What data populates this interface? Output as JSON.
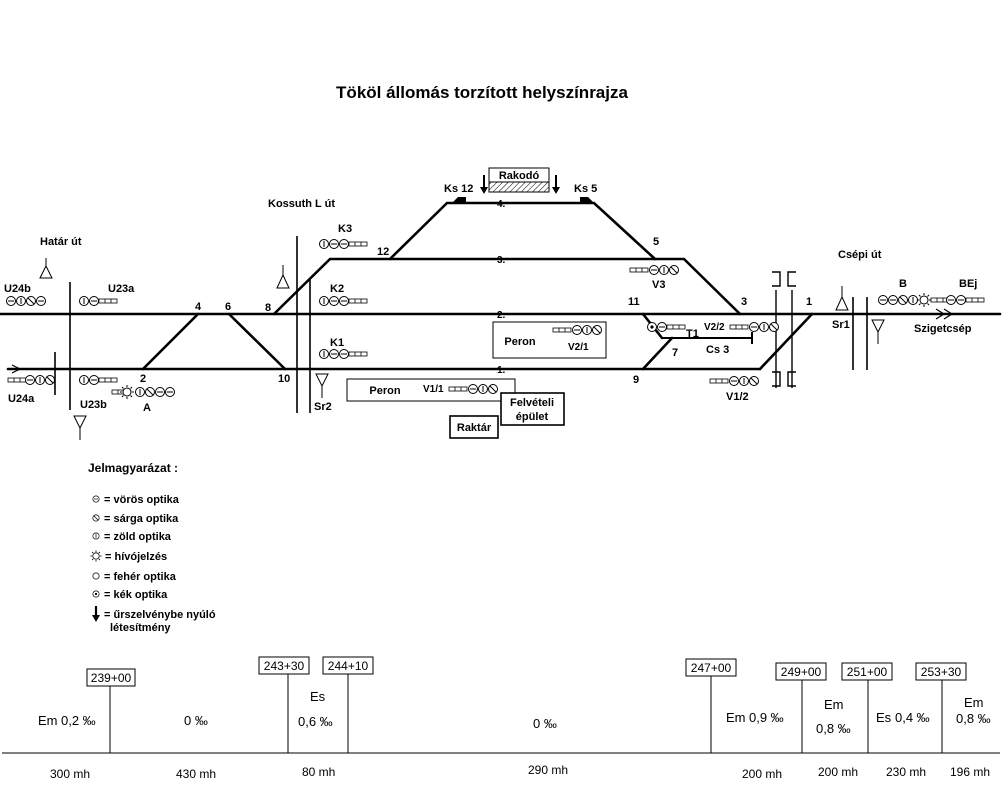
{
  "title": "Tököl állomás torzított helyszínrajza",
  "places": {
    "kossuth": "Kossuth L út",
    "hatar": "Határ út",
    "csepi": "Csépi út",
    "szigetcsep": "Szigetcsép",
    "rakodo": "Rakodó",
    "peron1": "Peron",
    "peron2": "Peron",
    "felveteli_1": "Felvételi",
    "felveteli_2": "épület",
    "raktar": "Raktár"
  },
  "tracks": {
    "t1": "1.",
    "t2": "2.",
    "t3": "3.",
    "t4": "4."
  },
  "switches": {
    "s1": "1",
    "s2": "2",
    "s3": "3",
    "s4": "4",
    "s5": "5",
    "s6": "6",
    "s7": "7",
    "s8": "8",
    "s9": "9",
    "s10": "10",
    "s11": "11",
    "s12": "12"
  },
  "signals": {
    "u24b": "U24b",
    "u23a": "U23a",
    "u24a": "U24a",
    "u23b": "U23b",
    "a": "A",
    "k1": "K1",
    "k2": "K2",
    "k3": "K3",
    "v1_1": "V1/1",
    "v2_1": "V2/1",
    "v3": "V3",
    "v1_2": "V1/2",
    "v2_2": "V2/2",
    "b": "B",
    "bej": "BEj",
    "sr1": "Sr1",
    "sr2": "Sr2",
    "ks12": "Ks 12",
    "ks5": "Ks 5",
    "t1": "T1",
    "cs3": "Cs 3"
  },
  "legend": {
    "heading": "Jelmagyarázat :",
    "items": [
      {
        "icon": "red-optic-icon",
        "label": "= vörös optika"
      },
      {
        "icon": "yellow-optic-icon",
        "label": "= sárga optika"
      },
      {
        "icon": "green-optic-icon",
        "label": "= zöld optika"
      },
      {
        "icon": "call-signal-icon",
        "label": "= hívójelzés"
      },
      {
        "icon": "white-optic-icon",
        "label": "= fehér optika"
      },
      {
        "icon": "blue-optic-icon",
        "label": "= kék optika"
      },
      {
        "icon": "gauge-intrusion-icon",
        "label": "= űrszelvénybe nyúló",
        "label2": "létesítmény"
      }
    ]
  },
  "profile": {
    "chainage": [
      "239+00",
      "243+30",
      "244+10",
      "247+00",
      "249+00",
      "251+00",
      "253+30"
    ],
    "gradients": [
      {
        "type": "Em",
        "value": "0,2 ‰"
      },
      {
        "type": "",
        "value": "0  ‰"
      },
      {
        "type": "Es",
        "value": "0,6 ‰"
      },
      {
        "type": "",
        "value": "0  ‰"
      },
      {
        "type": "Em",
        "value": "0,9 ‰"
      },
      {
        "type": "Em",
        "value": "0,8  ‰"
      },
      {
        "type": "Es",
        "value": "0,4 ‰"
      },
      {
        "type": "Em",
        "value": "0,8 ‰"
      }
    ],
    "lengths": [
      "300 mh",
      "430 mh",
      "80 mh",
      "290 mh",
      "200 mh",
      "200 mh",
      "230 mh",
      "196 mh"
    ]
  }
}
